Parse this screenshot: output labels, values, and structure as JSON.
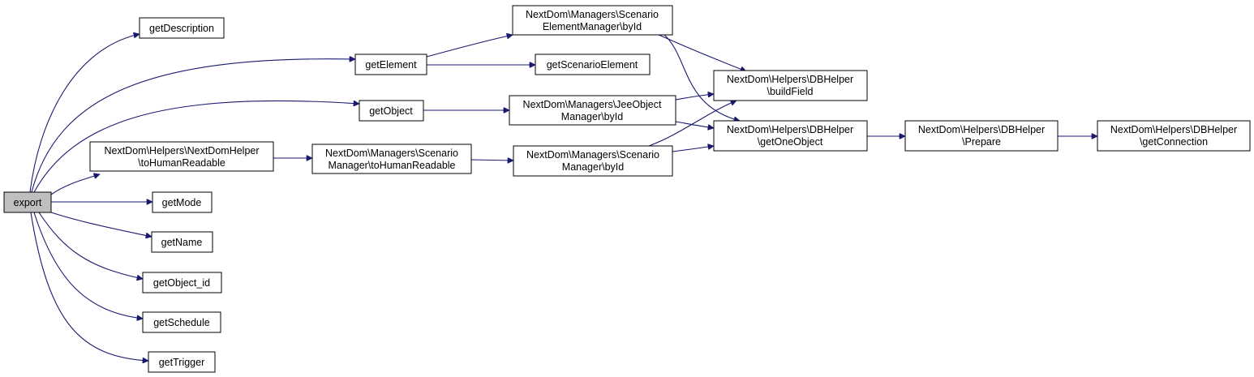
{
  "colors": {
    "edge": "#191970",
    "node_border": "#000000",
    "root_fill": "#bfbfbf",
    "node_fill": "#ffffff"
  },
  "nodes": {
    "export": [
      "export"
    ],
    "getDescription": [
      "getDescription"
    ],
    "getElement": [
      "getElement"
    ],
    "getObject": [
      "getObject"
    ],
    "toHumanReadableHelper": [
      "NextDom\\Helpers\\NextDomHelper",
      "\\toHumanReadable"
    ],
    "getMode": [
      "getMode"
    ],
    "getName": [
      "getName"
    ],
    "getObject_id": [
      "getObject_id"
    ],
    "getSchedule": [
      "getSchedule"
    ],
    "getTrigger": [
      "getTrigger"
    ],
    "scenarioElementById": [
      "NextDom\\Managers\\Scenario",
      "ElementManager\\byId"
    ],
    "getScenarioElement": [
      "getScenarioElement"
    ],
    "jeeObjectById": [
      "NextDom\\Managers\\JeeObject",
      "Manager\\byId"
    ],
    "scenarioToHumanReadable": [
      "NextDom\\Managers\\Scenario",
      "Manager\\toHumanReadable"
    ],
    "scenarioById": [
      "NextDom\\Managers\\Scenario",
      "Manager\\byId"
    ],
    "buildField": [
      "NextDom\\Helpers\\DBHelper",
      "\\buildField"
    ],
    "getOneObject": [
      "NextDom\\Helpers\\DBHelper",
      "\\getOneObject"
    ],
    "prepare": [
      "NextDom\\Helpers\\DBHelper",
      "\\Prepare"
    ],
    "getConnection": [
      "NextDom\\Helpers\\DBHelper",
      "\\getConnection"
    ]
  }
}
